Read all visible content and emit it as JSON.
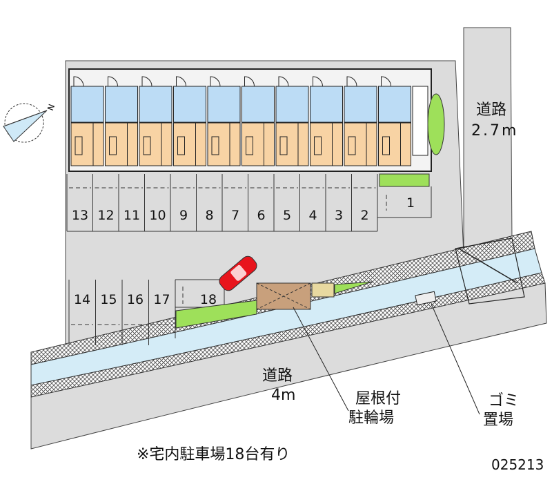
{
  "labels": {
    "road_right_1": "道路",
    "road_right_2": "2.7m",
    "road_bottom_1": "道路",
    "road_bottom_2": "4m",
    "bike_shed_1": "屋根付",
    "bike_shed_2": "駐輪場",
    "garbage_1": "ゴミ",
    "garbage_2": "置場",
    "note": "※宅内駐車場18台有り",
    "property_id": "025213",
    "north": "N"
  },
  "parking": {
    "top_row": [
      "13",
      "12",
      "11",
      "10",
      "9",
      "8",
      "7",
      "6",
      "5",
      "4",
      "3",
      "2"
    ],
    "space_1": "1",
    "bottom_row": [
      "14",
      "15",
      "16",
      "17"
    ],
    "space_18": "18"
  },
  "building": {
    "units": 10
  },
  "colors": {
    "ground": "#dcdcdc",
    "water": "#d4ecf7",
    "unit_blue": "#bcdcf5",
    "unit_orange": "#f8d3a4",
    "green": "#9ee05a",
    "shed": "#c8a07c",
    "car": "#e8141c"
  }
}
